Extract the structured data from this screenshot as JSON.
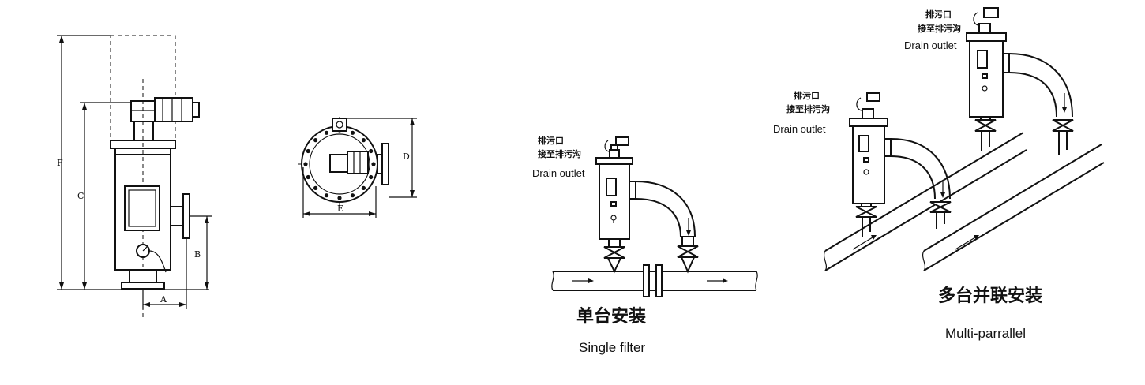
{
  "dimensions": {
    "A": "A",
    "B": "B",
    "C": "C",
    "D": "D",
    "E": "E",
    "F": "F"
  },
  "single": {
    "drain_label_cn_1": "排污口",
    "drain_label_cn_2": "接至排污沟",
    "drain_label_en": "Drain outlet",
    "caption_cn": "单台安装",
    "caption_en": "Single filter"
  },
  "multi": {
    "filter_1": {
      "drain_label_cn_1": "排污口",
      "drain_label_cn_2": "接至排污沟",
      "drain_label_en": "Drain outlet"
    },
    "filter_2": {
      "drain_label_cn_1": "排污口",
      "drain_label_cn_2": "接至排污沟",
      "drain_label_en": "Drain outlet"
    },
    "caption_cn": "多台并联安装",
    "caption_en": "Multi-parrallel"
  }
}
